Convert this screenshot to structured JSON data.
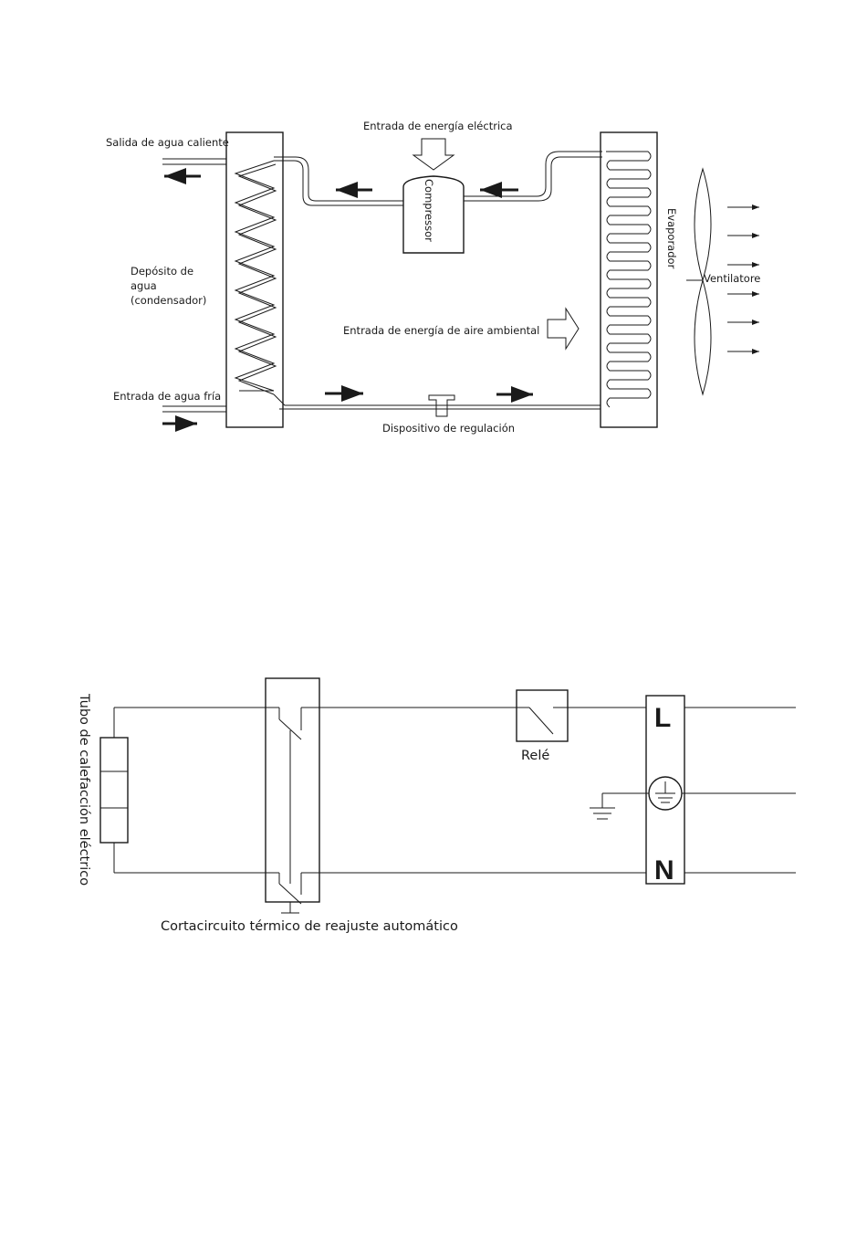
{
  "heat_pump_diagram": {
    "hot_water_outlet": "Salida de agua caliente",
    "electric_energy_input": "Entrada de energía eléctrica",
    "compressor": "Compressor",
    "evaporator": "Evaporador",
    "fan": "Ventilatore",
    "tank_line1": "Depósito de",
    "tank_line2": "agua",
    "tank_line3": "(condensador)",
    "ambient_air_energy_input": "Entrada de energía de aire ambiental",
    "cold_water_inlet": "Entrada de agua fría",
    "regulating_device": "Dispositivo de regulación"
  },
  "electric_circuit_diagram": {
    "heating_tube": "Tubo de calefacción eléctrico",
    "relay": "Relé",
    "thermal_breaker": "Cortacircuito térmico de reajuste automático",
    "terminal_live": "L",
    "terminal_neutral": "N"
  }
}
